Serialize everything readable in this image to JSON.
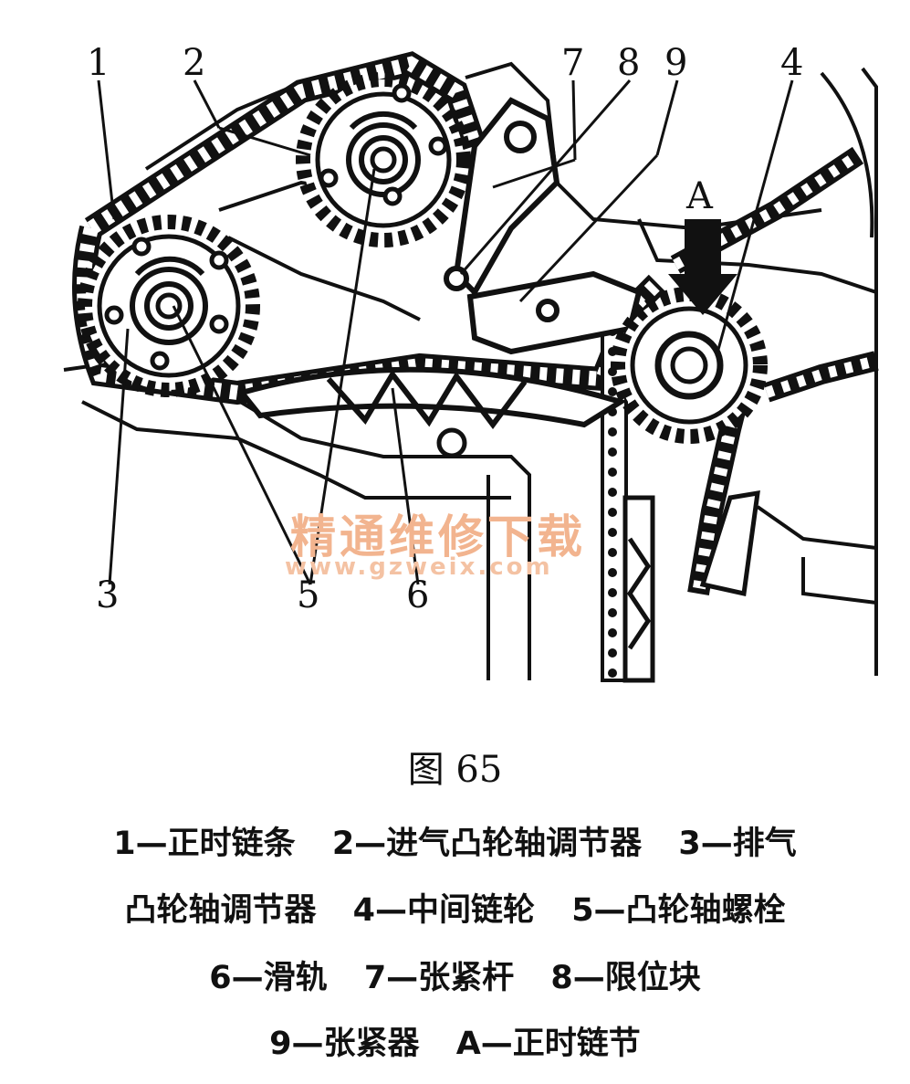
{
  "diagram": {
    "callouts": {
      "c1": "1",
      "c2": "2",
      "c3": "3",
      "c4": "4",
      "c5": "5",
      "c6": "6",
      "c7": "7",
      "c8": "8",
      "c9": "9",
      "cA": "A"
    }
  },
  "watermark": {
    "chinese": "精通维修下载",
    "url": "www.gzweix.com"
  },
  "figure": {
    "title": "图 65"
  },
  "legend": {
    "l1": "1—正时链条",
    "l2": "2—进气凸轮轴调节器",
    "l3": "3—排气",
    "l3b": "凸轮轴调节器",
    "l4": "4—中间链轮",
    "l5": "5—凸轮轴螺栓",
    "l6": "6—滑轨",
    "l7": "7—张紧杆",
    "l8": "8—限位块",
    "l9": "9—张紧器",
    "lA": "A—正时链节"
  }
}
